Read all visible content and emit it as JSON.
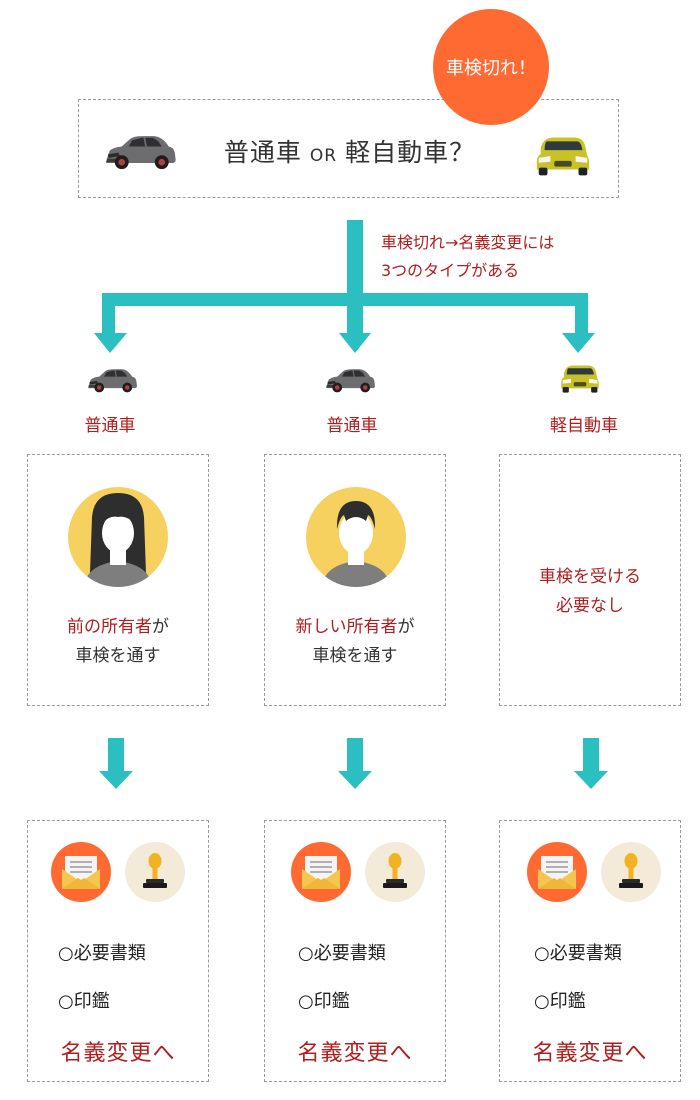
{
  "badge": {
    "text": "車検切れ！"
  },
  "question": {
    "ordinary": "普通車",
    "or": "OR",
    "kei": "軽自動車？"
  },
  "branch_note": {
    "line1": "車検切れ→名義変更には",
    "line2": "3つのタイプがある"
  },
  "columns": [
    {
      "type_label": "普通車",
      "car_icon": "suv-gray-icon",
      "person_icon": "woman-avatar-icon",
      "text_red": "前の所有者",
      "text_suffix": "が",
      "text_line2": "車検を通す",
      "req1": "○必要書類",
      "req2": "○印鑑",
      "transfer": "名義変更へ"
    },
    {
      "type_label": "普通車",
      "car_icon": "suv-gray-icon",
      "person_icon": "man-avatar-icon",
      "text_red": "新しい所有者",
      "text_suffix": "が",
      "text_line2": "車検を通す",
      "req1": "○必要書類",
      "req2": "○印鑑",
      "transfer": "名義変更へ"
    },
    {
      "type_label": "軽自動車",
      "car_icon": "kei-car-yellow-icon",
      "text_line1": "車検を受ける",
      "text_line2": "必要なし",
      "req1": "○必要書類",
      "req2": "○印鑑",
      "transfer": "名義変更へ"
    }
  ],
  "colors": {
    "teal": "#2bbfc2",
    "badge": "#ff6a33",
    "accent_red": "#b01e1e",
    "avatar_bg": "#f7d15f",
    "envelope_bg": "#ff6a33",
    "stamp_bg": "#f3ead7"
  }
}
